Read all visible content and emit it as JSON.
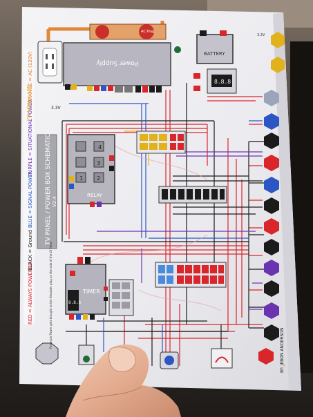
{
  "photo": {
    "sheet": {
      "title": "TV PANEL / POWER BOX SCHEMATIC",
      "version": "V2.4",
      "author": "BY: JEBON ANDERSON",
      "note": "Powerpin Power gets brought to the Shoulder plug on the side of the LV Panel"
    },
    "legend": [
      {
        "label": "RED = ALWAYS POWERED",
        "color": "#d8262b"
      },
      {
        "label": "BLACK = Ground",
        "color": "#1b1b1b"
      },
      {
        "label": "BLUE = SIGNAL POWER",
        "color": "#2b56c4"
      },
      {
        "label": "PURPLE = SITUATIONAL POWER",
        "color": "#6a34b0"
      },
      {
        "label": "ORANGE = AC (120V)",
        "color": "#e07a25"
      },
      {
        "label": "YELLOW = LED",
        "color": "#e2b21c"
      }
    ],
    "components": {
      "power_supply": "Power Supply",
      "ac_plug": "AC Plug",
      "battery": "BATTERY",
      "relay": "RELAY",
      "timer": "TIMER",
      "voltage_label": "3.3V",
      "voltage_label_top": "3.3V",
      "display_value": "8.8.8",
      "relay_numbers": [
        "1",
        "2",
        "3",
        "4"
      ]
    },
    "colors": {
      "red": "#d8262b",
      "black": "#1b1b1b",
      "blue": "#2b56c4",
      "purple": "#6a34b0",
      "yellow": "#e2b21c",
      "orange": "#e07a25",
      "paper": "#efeef2"
    }
  }
}
